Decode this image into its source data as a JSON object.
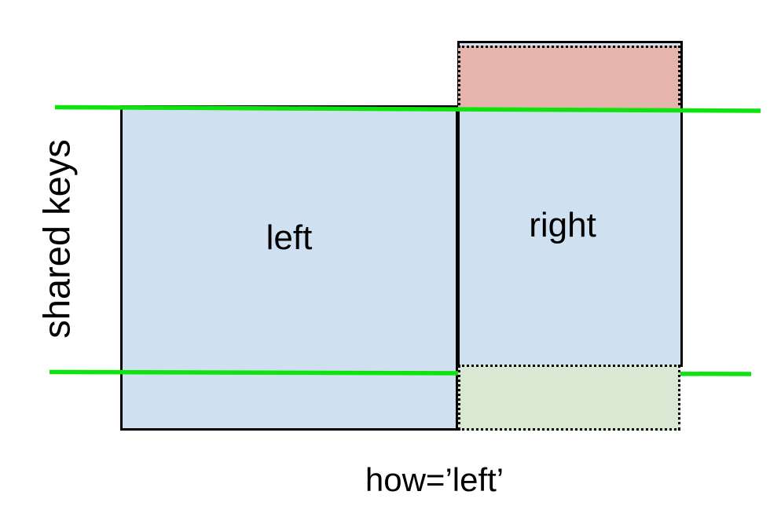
{
  "diagram": {
    "caption": "how=’left’",
    "axis_label": "shared keys",
    "left_table": {
      "label": "left"
    },
    "right_table": {
      "label": "right"
    },
    "colors": {
      "table_fill": "#cfe1f1",
      "right_only_region_fill": "#e5b4ac",
      "left_only_region_fill": "#d9e8d2",
      "shared_key_line": "#0de30d",
      "border": "#000000",
      "text": "#000000",
      "background": "#ffffff"
    }
  }
}
